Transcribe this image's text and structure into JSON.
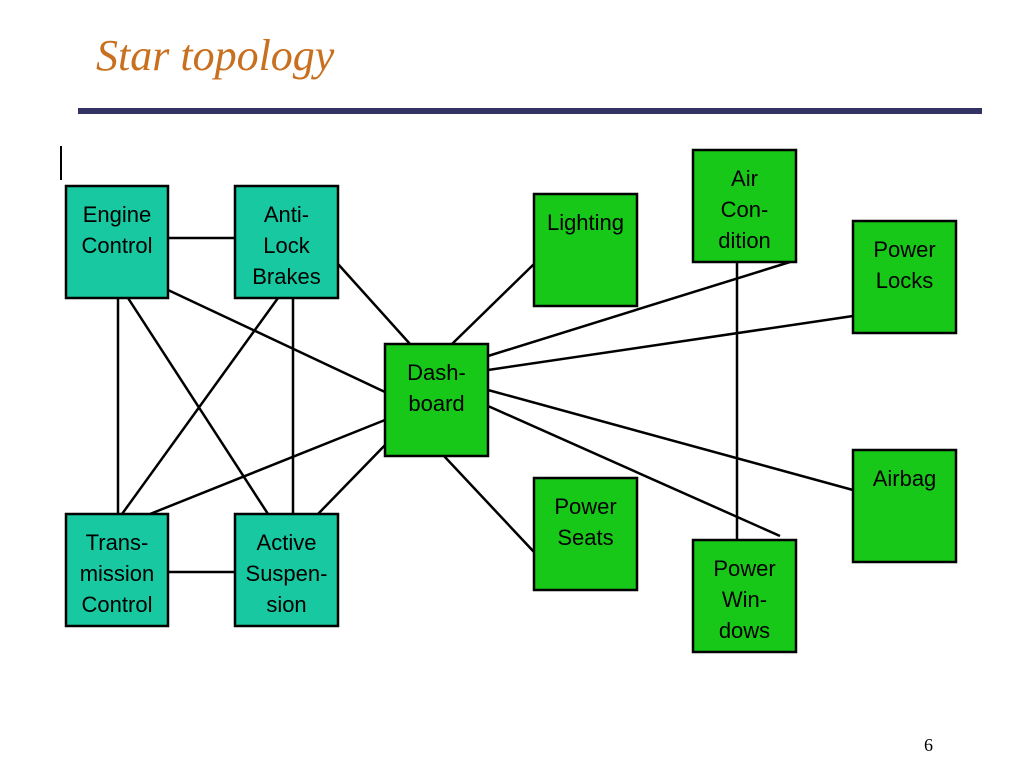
{
  "slide": {
    "title": "Star topology",
    "page_number": "6"
  },
  "colors": {
    "title": "#c87020",
    "rule": "#333366",
    "teal_node": "#18c8a0",
    "green_node": "#18c818",
    "outline": "#000000"
  },
  "nodes": [
    {
      "id": "engine-control",
      "lines": [
        "Engine",
        "Control"
      ],
      "color": "teal"
    },
    {
      "id": "anti-lock-brakes",
      "lines": [
        "Anti-",
        "Lock",
        "Brakes"
      ],
      "color": "teal"
    },
    {
      "id": "transmission-control",
      "lines": [
        "Trans-",
        "mission",
        "Control"
      ],
      "color": "teal"
    },
    {
      "id": "active-suspension",
      "lines": [
        "Active",
        "Suspen-",
        "sion"
      ],
      "color": "teal"
    },
    {
      "id": "dashboard",
      "lines": [
        "Dash-",
        "board"
      ],
      "color": "green"
    },
    {
      "id": "lighting",
      "lines": [
        "Lighting"
      ],
      "color": "green"
    },
    {
      "id": "air-condition",
      "lines": [
        "Air",
        "Con-",
        "dition"
      ],
      "color": "green"
    },
    {
      "id": "power-locks",
      "lines": [
        "Power",
        "Locks"
      ],
      "color": "green"
    },
    {
      "id": "airbag",
      "lines": [
        "Airbag"
      ],
      "color": "green"
    },
    {
      "id": "power-seats",
      "lines": [
        "Power",
        "Seats"
      ],
      "color": "green"
    },
    {
      "id": "power-windows",
      "lines": [
        "Power",
        "Win-",
        "dows"
      ],
      "color": "green"
    }
  ],
  "links": [
    [
      "engine-control",
      "anti-lock-brakes"
    ],
    [
      "engine-control",
      "transmission-control"
    ],
    [
      "engine-control",
      "active-suspension"
    ],
    [
      "engine-control",
      "dashboard"
    ],
    [
      "anti-lock-brakes",
      "transmission-control"
    ],
    [
      "anti-lock-brakes",
      "active-suspension"
    ],
    [
      "anti-lock-brakes",
      "dashboard"
    ],
    [
      "transmission-control",
      "active-suspension"
    ],
    [
      "transmission-control",
      "dashboard"
    ],
    [
      "active-suspension",
      "dashboard"
    ],
    [
      "dashboard",
      "lighting"
    ],
    [
      "dashboard",
      "air-condition"
    ],
    [
      "dashboard",
      "power-locks"
    ],
    [
      "dashboard",
      "airbag"
    ],
    [
      "dashboard",
      "power-seats"
    ],
    [
      "dashboard",
      "power-windows"
    ],
    [
      "air-condition",
      "power-windows"
    ]
  ]
}
